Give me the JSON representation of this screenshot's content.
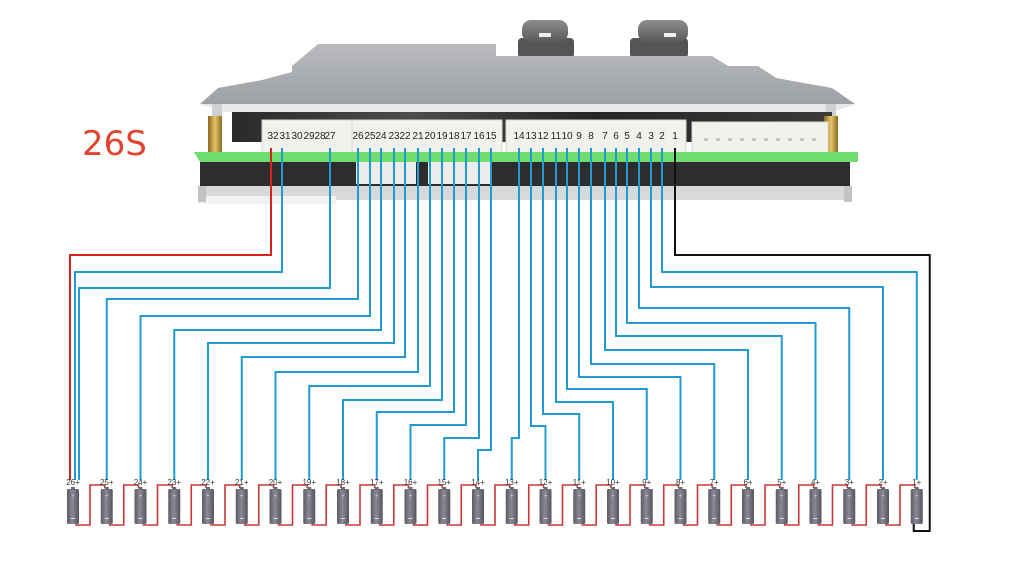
{
  "title": "26S",
  "colors": {
    "title": "#e0452f",
    "b_plus_wire": "#d7231f",
    "b_minus_wire": "#111111",
    "sense_wire": "#1f9bd1",
    "series_link": "#c8383a",
    "cell_body": "#6e6e78",
    "pcb_green": "#6fdc6f"
  },
  "connector_left": {
    "pins": [
      "32",
      "31",
      "30",
      "29",
      "28",
      "27"
    ]
  },
  "connector_middle": {
    "pins": [
      "26",
      "25",
      "24",
      "23",
      "22",
      "21",
      "20",
      "19",
      "18",
      "17",
      "16",
      "15"
    ]
  },
  "connector_right": {
    "pins": [
      "14",
      "13",
      "12",
      "11",
      "10",
      "9",
      "8",
      "7",
      "6",
      "5",
      "4",
      "3",
      "2",
      "1"
    ]
  },
  "cells": [
    "26+",
    "25+",
    "24+",
    "23+",
    "22+",
    "21+",
    "20+",
    "19+",
    "18+",
    "17+",
    "16+",
    "15+",
    "14+",
    "13+",
    "12+",
    "11+",
    "10+",
    "9+",
    "8+",
    "7+",
    "6+",
    "5+",
    "4+",
    "3+",
    "2+",
    "1+"
  ],
  "wiring": [
    {
      "pin": "32",
      "to": "26+",
      "type": "b_plus"
    },
    {
      "pin": "31",
      "to": "26+",
      "type": "sense"
    },
    {
      "pin": "27",
      "to": "26+",
      "type": "sense"
    },
    {
      "pin": "26",
      "to": "25+",
      "type": "sense"
    },
    {
      "pin": "25",
      "to": "24+",
      "type": "sense"
    },
    {
      "pin": "24",
      "to": "23+",
      "type": "sense"
    },
    {
      "pin": "23",
      "to": "22+",
      "type": "sense"
    },
    {
      "pin": "22",
      "to": "21+",
      "type": "sense"
    },
    {
      "pin": "21",
      "to": "20+",
      "type": "sense"
    },
    {
      "pin": "20",
      "to": "19+",
      "type": "sense"
    },
    {
      "pin": "19",
      "to": "18+",
      "type": "sense"
    },
    {
      "pin": "18",
      "to": "17+",
      "type": "sense"
    },
    {
      "pin": "17",
      "to": "16+",
      "type": "sense"
    },
    {
      "pin": "16",
      "to": "15+",
      "type": "sense"
    },
    {
      "pin": "15",
      "to": "14+",
      "type": "sense"
    },
    {
      "pin": "14",
      "to": "13+",
      "type": "sense"
    },
    {
      "pin": "13",
      "to": "12+",
      "type": "sense"
    },
    {
      "pin": "12",
      "to": "11+",
      "type": "sense"
    },
    {
      "pin": "11",
      "to": "10+",
      "type": "sense"
    },
    {
      "pin": "10",
      "to": "9+",
      "type": "sense"
    },
    {
      "pin": "9",
      "to": "8+",
      "type": "sense"
    },
    {
      "pin": "8",
      "to": "7+",
      "type": "sense"
    },
    {
      "pin": "7",
      "to": "6+",
      "type": "sense"
    },
    {
      "pin": "6",
      "to": "5+",
      "type": "sense"
    },
    {
      "pin": "5",
      "to": "4+",
      "type": "sense"
    },
    {
      "pin": "4",
      "to": "3+",
      "type": "sense"
    },
    {
      "pin": "3",
      "to": "2+",
      "type": "sense"
    },
    {
      "pin": "2",
      "to": "1+",
      "type": "sense"
    },
    {
      "pin": "1",
      "to": "1-",
      "type": "b_minus"
    }
  ]
}
